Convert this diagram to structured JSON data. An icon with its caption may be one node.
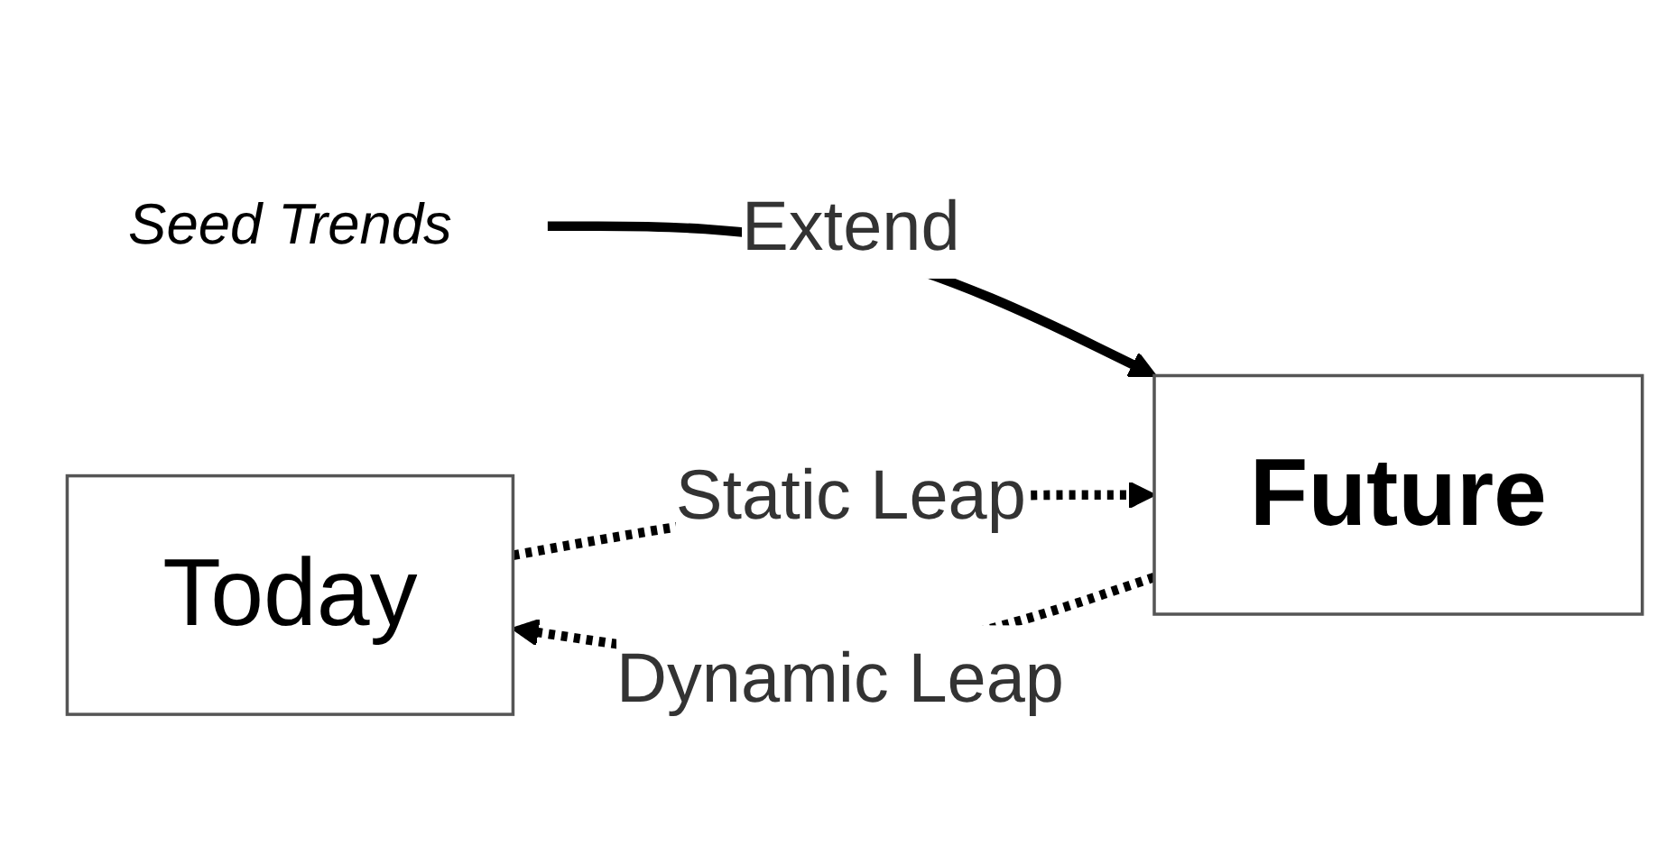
{
  "diagram": {
    "nodes": [
      {
        "text": [
          "Today"
        ]
      },
      {
        "text": [
          "Seed Trends"
        ]
      },
      {
        "text": [
          "Future"
        ]
      }
    ],
    "edges": [
      {
        "from": 1,
        "to": 2,
        "arrow": "to",
        "label": "Extend"
      },
      {
        "from": 2,
        "to": 0,
        "arrow": "to",
        "label": "Dynamic Leap",
        "style": "dashed"
      },
      {
        "from": 0,
        "to": 2,
        "arrow": "to",
        "label": "Static Leap",
        "style": "dashed"
      }
    ]
  }
}
